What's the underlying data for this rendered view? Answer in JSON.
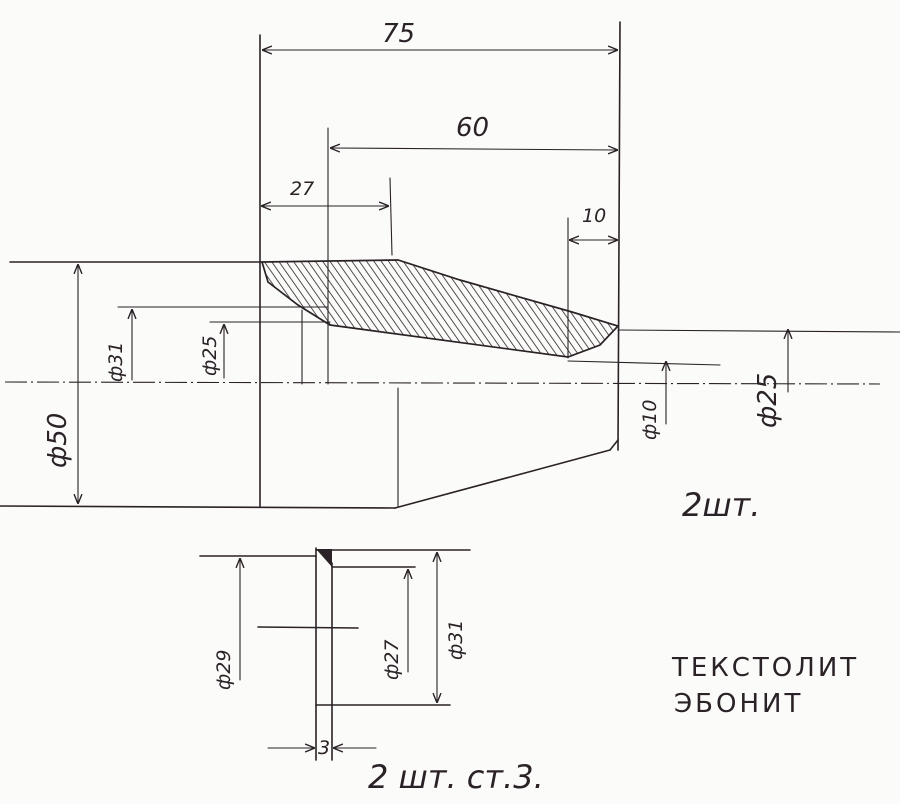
{
  "drawing": {
    "part1": {
      "dimensions": {
        "overall_length": "75",
        "length_60": "60",
        "length_27": "27",
        "length_10": "10",
        "dia_50": "ф50",
        "dia_31": "ф31",
        "dia_25_inner": "ф25",
        "dia_10": "ф10",
        "dia_25_outer": "ф25"
      },
      "quantity": "2шт."
    },
    "part2": {
      "dimensions": {
        "dia_29": "ф29",
        "dia_27": "ф27",
        "dia_31": "ф31",
        "thickness": "3"
      },
      "quantity": "2 шт. ст.3."
    },
    "materials": [
      "ТЕКСТОЛИТ",
      "ЭБОНИТ"
    ]
  }
}
